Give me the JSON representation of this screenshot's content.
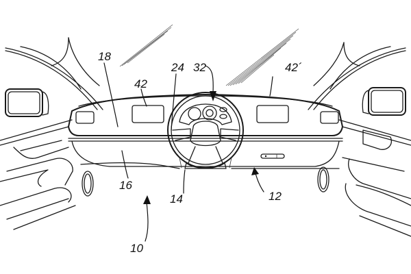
{
  "figure": {
    "title": "Vehicle interior with dashboard and steering wheel (patent drawing)",
    "ink_color": "#1a1a1a",
    "background": "#ffffff"
  },
  "reference_numerals": [
    {
      "id": "ref-10",
      "label": "10",
      "refers_to": "vehicle interior"
    },
    {
      "id": "ref-12",
      "label": "12",
      "refers_to": "dashboard lower panel"
    },
    {
      "id": "ref-14",
      "label": "14",
      "refers_to": "steering column base"
    },
    {
      "id": "ref-16",
      "label": "16",
      "refers_to": "dashboard trim line"
    },
    {
      "id": "ref-18",
      "label": "18",
      "refers_to": "dashboard upper panel"
    },
    {
      "id": "ref-24",
      "label": "24",
      "refers_to": "steering wheel"
    },
    {
      "id": "ref-32",
      "label": "32",
      "refers_to": "instrument cluster"
    },
    {
      "id": "ref-42",
      "label": "42",
      "refers_to": "left display"
    },
    {
      "id": "ref-42p",
      "label": "42´",
      "refers_to": "right display"
    }
  ]
}
